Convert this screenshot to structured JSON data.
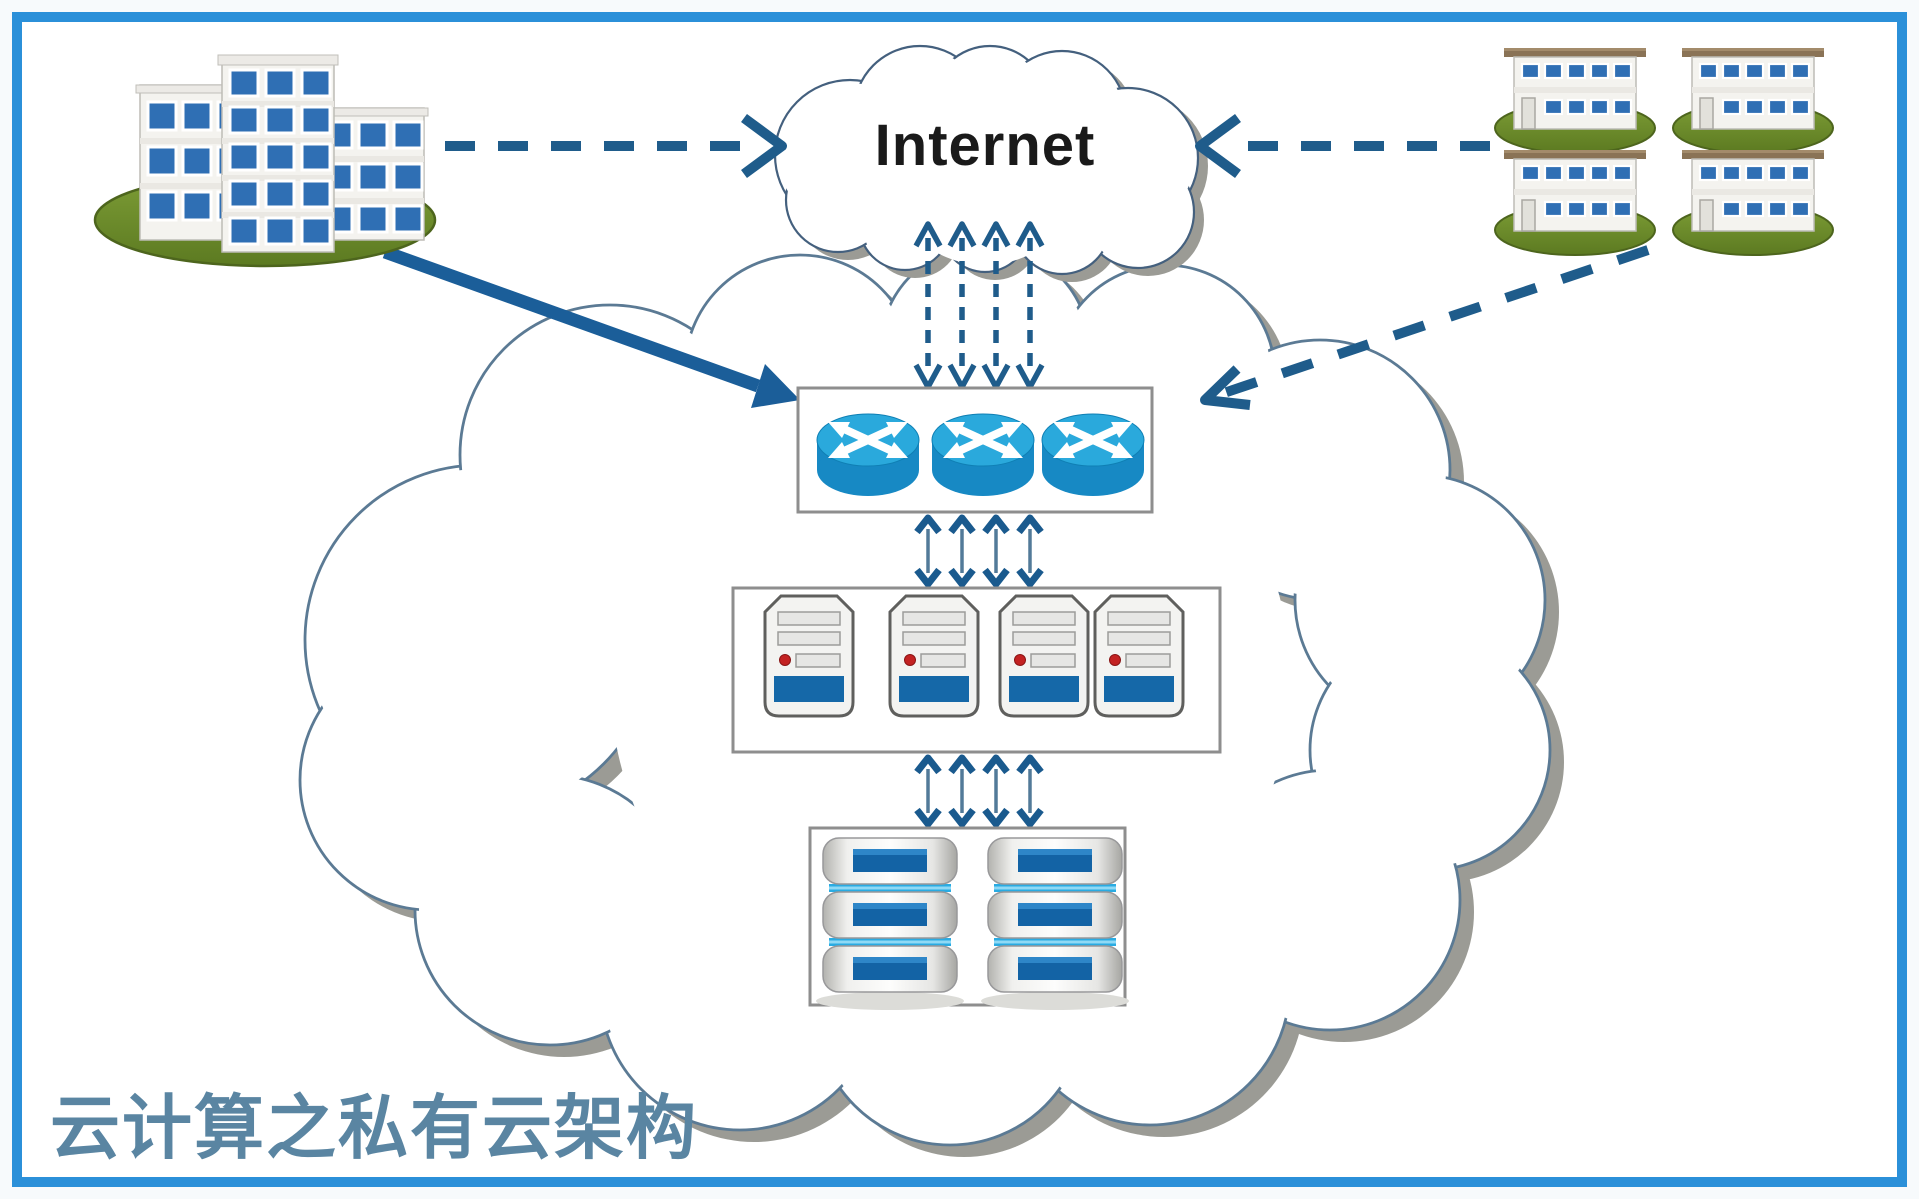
{
  "title": {
    "text": "云计算之私有云架构"
  },
  "internet_cloud": {
    "label": "Internet"
  },
  "colors": {
    "frame_border": "#2b90d9",
    "arrow_blue": "#1f5c8b",
    "solid_arrow": "#1b5e99",
    "cloud_stroke": "#5b7a94",
    "internet_cloud_stroke": "#44607e",
    "shadow_gray": "#9b9b95",
    "box_border": "#8e8e8e",
    "router_top": "#2aa9dc",
    "router_body": "#1789c4",
    "device_panel_blue": "#1568a8",
    "storage_band_cyan": "#29abe2",
    "campus_green": "#6e8e2b",
    "campus_green_dark": "#4d651d",
    "window_blue": "#2f6fb4",
    "roof_brown": "#8a7356",
    "title_color": "#5a85a2",
    "internet_text": "#1a1a1a"
  },
  "diagram": {
    "left_campus": {
      "icon": "office-buildings-icon",
      "buildings": 3
    },
    "branch_sites": {
      "icon": "branch-building-icon",
      "count": 4
    },
    "private_cloud": {
      "router_tier": {
        "icon": "router-icon",
        "count": 3
      },
      "server_tier": {
        "icon": "server-icon",
        "count": 4
      },
      "storage_tier": {
        "icon": "storage-array-icon",
        "count": 2
      }
    },
    "connections": [
      {
        "from": "left-campus",
        "to": "internet",
        "style": "dashed-arrow"
      },
      {
        "from": "branch-sites",
        "to": "internet",
        "style": "dashed-arrow"
      },
      {
        "from": "left-campus",
        "to": "router-tier",
        "style": "solid-arrow"
      },
      {
        "from": "branch-sites",
        "to": "router-tier",
        "style": "dashed-arrow"
      },
      {
        "from": "internet",
        "to": "router-tier",
        "style": "dashed-double-arrows",
        "count": 4
      },
      {
        "from": "router-tier",
        "to": "server-tier",
        "style": "double-arrows",
        "count": 4
      },
      {
        "from": "server-tier",
        "to": "storage-tier",
        "style": "double-arrows",
        "count": 4
      }
    ]
  }
}
